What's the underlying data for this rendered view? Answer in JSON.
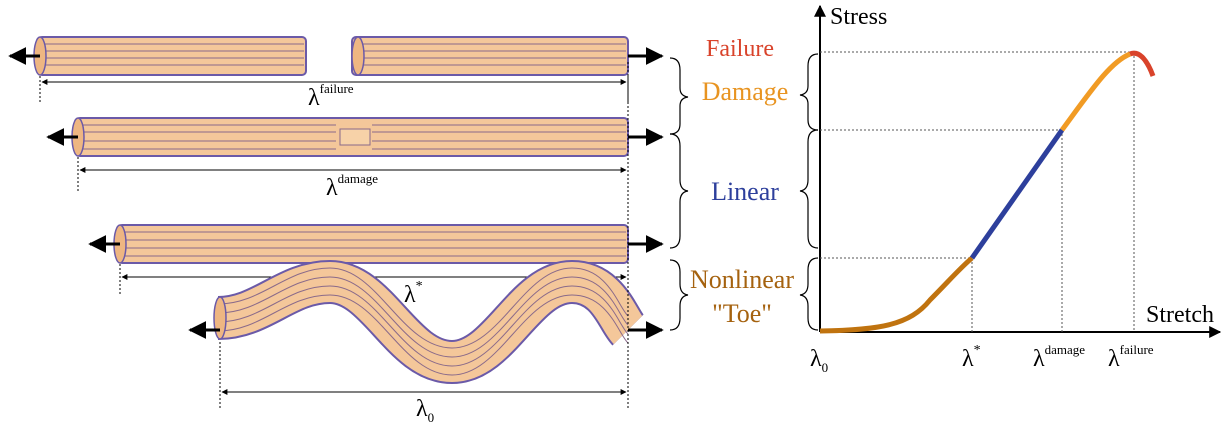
{
  "fibers": [
    {
      "name": "fiber-failure",
      "label_main": "λ",
      "label_sup": "failure"
    },
    {
      "name": "fiber-damage",
      "label_main": "λ",
      "label_sup": "damage"
    },
    {
      "name": "fiber-linear",
      "label_main": "λ",
      "label_sup": "*"
    },
    {
      "name": "fiber-wavy",
      "label_main": "λ",
      "label_sub": "0"
    }
  ],
  "regions": [
    {
      "name": "failure",
      "line1": "Failure",
      "color": "#d9432b"
    },
    {
      "name": "damage",
      "line1": "Damage",
      "color": "#e89421"
    },
    {
      "name": "linear",
      "line1": "Linear",
      "color": "#2d3f9c"
    },
    {
      "name": "toe",
      "line1": "Nonlinear",
      "line2": "\"Toe\"",
      "color": "#a5620f"
    }
  ],
  "graph": {
    "y_axis_label": "Stress",
    "x_axis_label": "Stretch",
    "x_ticks": [
      {
        "name": "lambda-0",
        "main": "λ",
        "sub": "0"
      },
      {
        "name": "lambda-star",
        "main": "λ",
        "sup": "*"
      },
      {
        "name": "lambda-damage",
        "main": "λ",
        "sup": "damage"
      },
      {
        "name": "lambda-failure",
        "main": "λ",
        "sup": "failure"
      }
    ]
  },
  "colors": {
    "fiber_fill": "#f4c79a",
    "fiber_line": "#6b5aa8",
    "toe": "#c0730f",
    "linear": "#2d3f9c",
    "damage": "#f19b24",
    "failure": "#d9432b"
  }
}
